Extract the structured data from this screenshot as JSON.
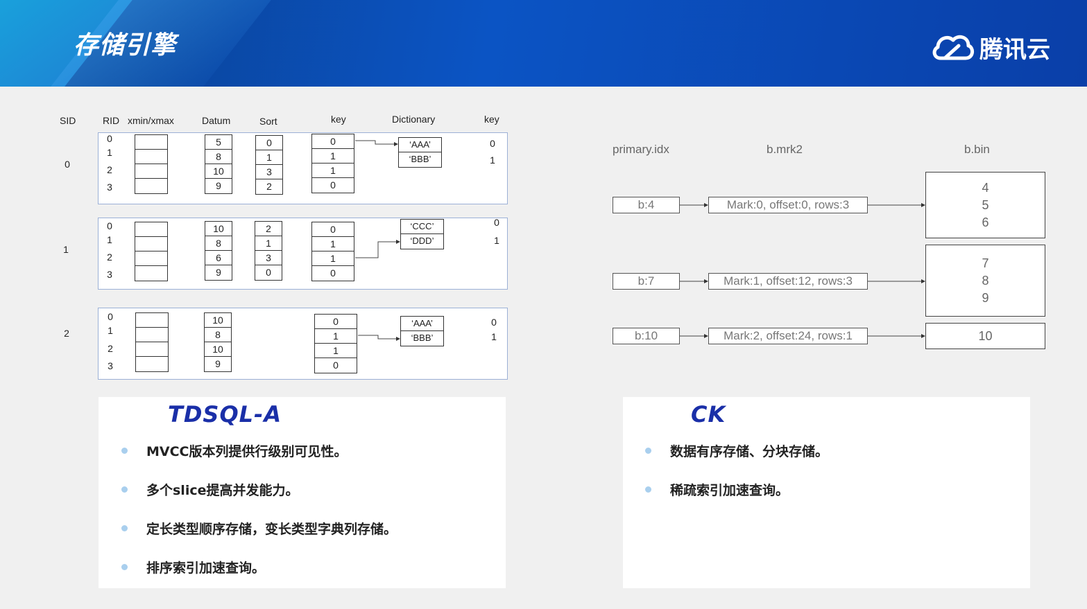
{
  "header": {
    "title": "存储引擎",
    "logo_text": "腾讯云"
  },
  "left_headers": {
    "sid": "SID",
    "rid": "RID",
    "xmin": "xmin/xmax",
    "datum": "Datum",
    "sort": "Sort",
    "key": "key",
    "dictionary": "Dictionary",
    "key2": "key"
  },
  "segments": [
    {
      "sid": "0",
      "rids": [
        "0",
        "1",
        "2",
        "3"
      ],
      "datum": [
        "5",
        "8",
        "10",
        "9"
      ],
      "sort": [
        "0",
        "1",
        "3",
        "2"
      ],
      "key": [
        "0",
        "1",
        "1",
        "0"
      ],
      "dict": [
        "‘AAA’",
        "‘BBB’"
      ],
      "key2": [
        "0",
        "1"
      ]
    },
    {
      "sid": "1",
      "rids": [
        "0",
        "1",
        "2",
        "3"
      ],
      "datum": [
        "10",
        "8",
        "6",
        "9"
      ],
      "sort": [
        "2",
        "1",
        "3",
        "0"
      ],
      "key": [
        "0",
        "1",
        "1",
        "0"
      ],
      "dict": [
        "‘CCC’",
        "‘DDD’"
      ],
      "key2": [
        "0",
        "1"
      ]
    },
    {
      "sid": "2",
      "rids": [
        "0",
        "1",
        "2",
        "3"
      ],
      "datum": [
        "10",
        "8",
        "10",
        "9"
      ],
      "sort": [],
      "key": [
        "0",
        "1",
        "1",
        "0"
      ],
      "dict": [
        "‘AAA’",
        "‘BBB’"
      ],
      "key2": [
        "0",
        "1"
      ]
    }
  ],
  "right_diagram": {
    "headers": {
      "primary": "primary.idx",
      "mrk": "b.mrk2",
      "bin": "b.bin"
    },
    "rows": [
      {
        "idx": "b:4",
        "mark": "Mark:0, offset:0, rows:3",
        "bin": [
          "4",
          "5",
          "6"
        ]
      },
      {
        "idx": "b:7",
        "mark": "Mark:1, offset:12, rows:3",
        "bin": [
          "7",
          "8",
          "9"
        ]
      },
      {
        "idx": "b:10",
        "mark": "Mark:2, offset:24, rows:1",
        "bin": [
          "10"
        ]
      }
    ]
  },
  "panels": {
    "left": {
      "title": "TDSQL-A",
      "bullets": [
        "MVCC版本列提供行级别可见性。",
        "多个slice提高并发能力。",
        "定长类型顺序存储，变长类型字典列存储。",
        "排序索引加速查询。"
      ]
    },
    "right": {
      "title": "CK",
      "bullets": [
        "数据有序存储、分块存储。",
        "稀疏索引加速查询。"
      ]
    }
  },
  "colors": {
    "accent": "#1a2fa8",
    "header_blue": "#0b54c4",
    "bullet": "#a9cfee"
  }
}
